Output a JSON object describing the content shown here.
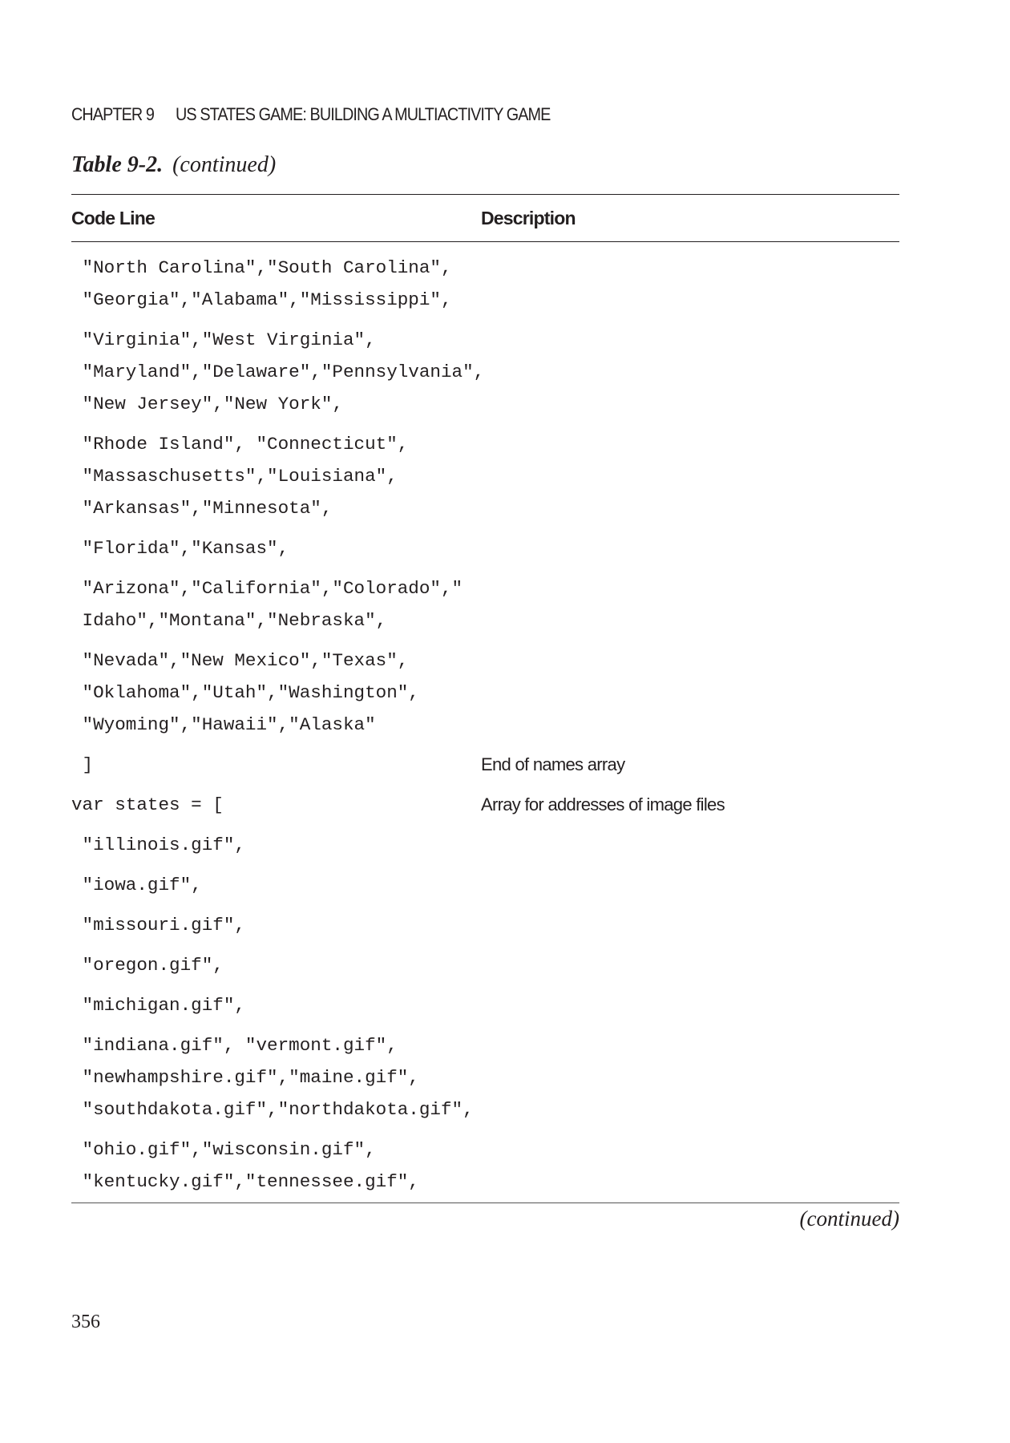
{
  "running_head": {
    "chapter": "CHAPTER 9",
    "title": "US STATES GAME: BUILDING A MULTIACTIVITY GAME"
  },
  "caption": {
    "label": "Table 9-2.",
    "note": "(continued)"
  },
  "table": {
    "headers": [
      "Code Line",
      "Description"
    ],
    "rows": [
      {
        "code": " \"North Carolina\",\"South Carolina\",\n \"Georgia\",\"Alabama\",\"Mississippi\",",
        "desc": ""
      },
      {
        "code": " \"Virginia\",\"West Virginia\",\n \"Maryland\",\"Delaware\",\"Pennsylvania\",\n \"New Jersey\",\"New York\",",
        "desc": ""
      },
      {
        "code": " \"Rhode Island\", \"Connecticut\",\n \"Massaschusetts\",\"Louisiana\",\n \"Arkansas\",\"Minnesota\",",
        "desc": ""
      },
      {
        "code": " \"Florida\",\"Kansas\",",
        "desc": ""
      },
      {
        "code": " \"Arizona\",\"California\",\"Colorado\",\"\n Idaho\",\"Montana\",\"Nebraska\",",
        "desc": ""
      },
      {
        "code": " \"Nevada\",\"New Mexico\",\"Texas\",\n \"Oklahoma\",\"Utah\",\"Washington\",\n \"Wyoming\",\"Hawaii\",\"Alaska\"",
        "desc": ""
      },
      {
        "code": " ]",
        "desc": "End of names array"
      },
      {
        "code": "var states = [",
        "desc": "Array for addresses of image files"
      },
      {
        "code": " \"illinois.gif\",",
        "desc": ""
      },
      {
        "code": " \"iowa.gif\",",
        "desc": ""
      },
      {
        "code": " \"missouri.gif\",",
        "desc": ""
      },
      {
        "code": " \"oregon.gif\",",
        "desc": ""
      },
      {
        "code": " \"michigan.gif\",",
        "desc": ""
      },
      {
        "code": " \"indiana.gif\", \"vermont.gif\",\n \"newhampshire.gif\",\"maine.gif\",\n \"southdakota.gif\",\"northdakota.gif\",",
        "desc": ""
      },
      {
        "code": " \"ohio.gif\",\"wisconsin.gif\",\n \"kentucky.gif\",\"tennessee.gif\",",
        "desc": ""
      }
    ]
  },
  "footer": {
    "continued": "(continued)",
    "page_number": "356"
  }
}
